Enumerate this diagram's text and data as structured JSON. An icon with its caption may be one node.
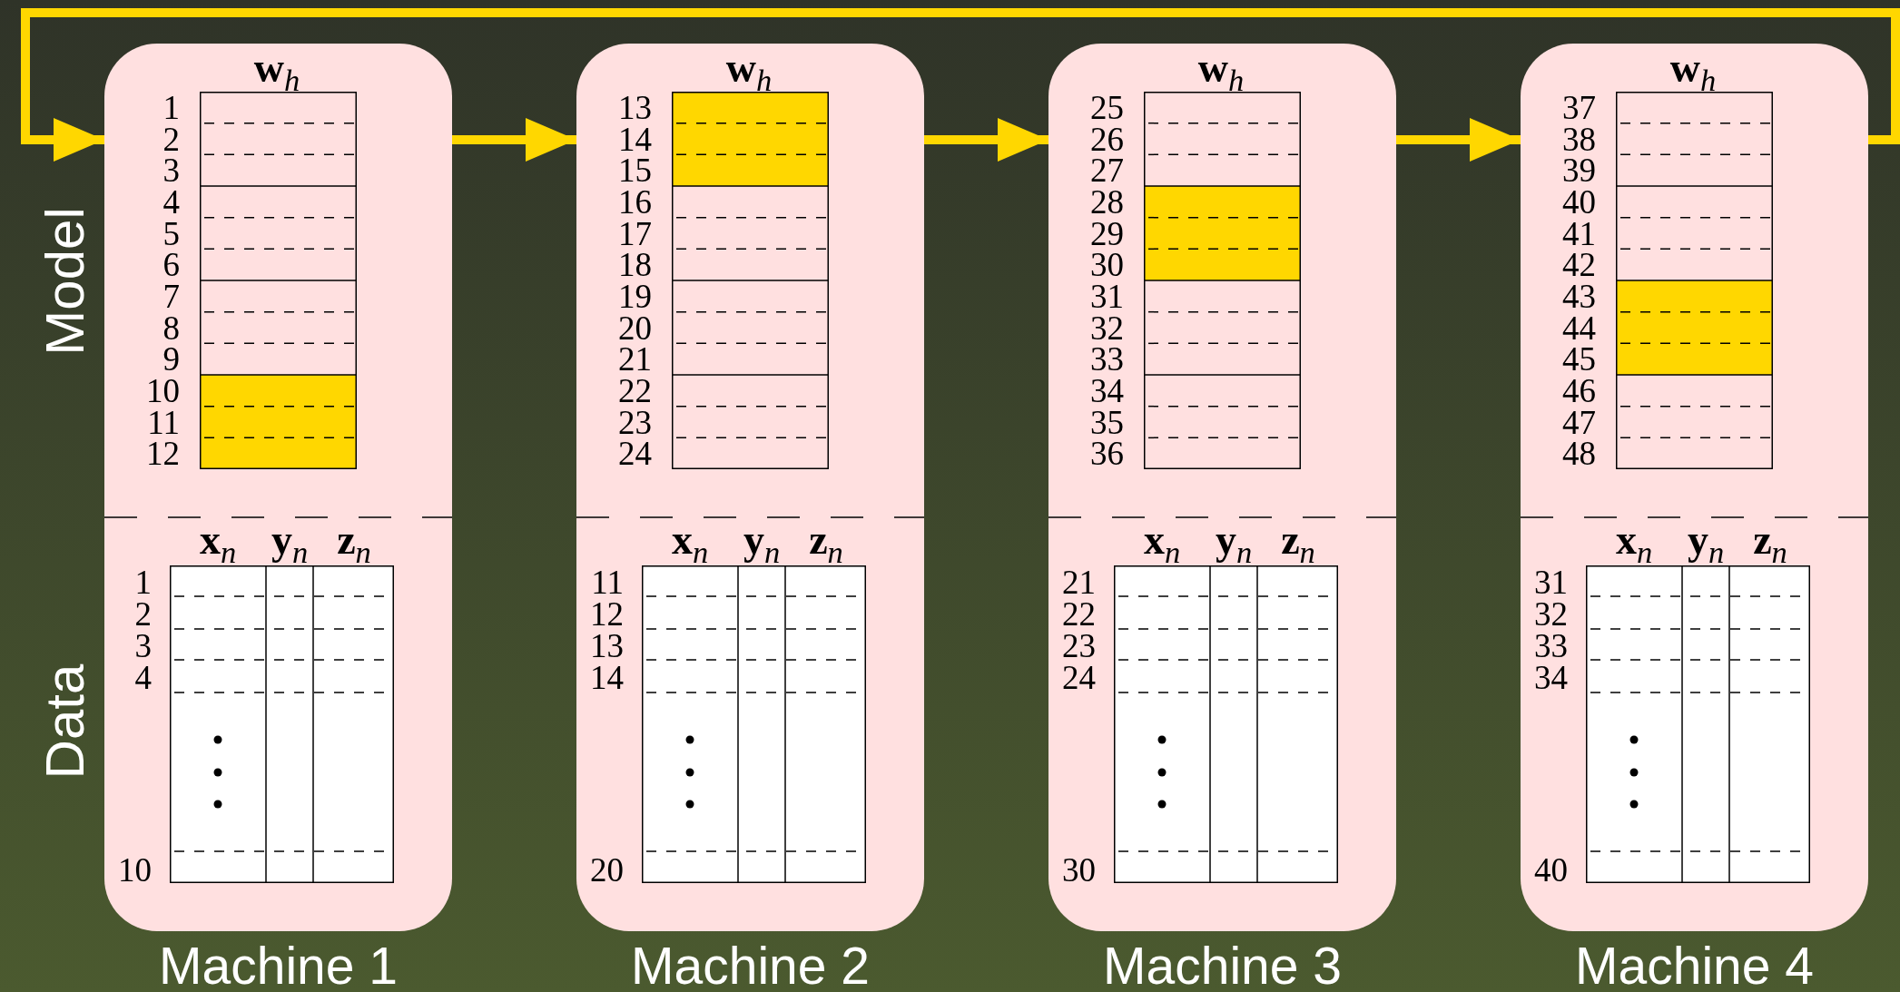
{
  "diagram": {
    "nodes": [
      {
        "text": [
          "Machine 1"
        ]
      },
      {
        "text": [
          "Machine 2"
        ]
      },
      {
        "text": [
          "Machine 3"
        ]
      },
      {
        "text": [
          "Machine 4"
        ]
      }
    ],
    "edges": [
      {
        "from": 0,
        "to": 1,
        "arrow": "to"
      },
      {
        "from": 1,
        "to": 2,
        "arrow": "to"
      },
      {
        "from": 2,
        "to": 3,
        "arrow": "to"
      },
      {
        "from": 3,
        "to": 0,
        "arrow": "to"
      }
    ],
    "labels": [
      "Model",
      "Data",
      "**w**$_{h}$",
      "1",
      "2",
      "3",
      "4",
      "5",
      "6",
      "7",
      "8",
      "9",
      "10",
      "11",
      "12",
      "**x**$_{n}$",
      "**y**$_{n}$",
      "**z**$_{n}$",
      "1",
      "2",
      "3",
      "4",
      "10",
      "**w**$_{h}$",
      "13",
      "14",
      "15",
      "16",
      "17",
      "18",
      "19",
      "20",
      "21",
      "22",
      "23",
      "24",
      "**x**$_{n}$",
      "**y**$_{n}$",
      "**z**$_{n}$",
      "11",
      "12",
      "13",
      "14",
      "20",
      "**w**$_{h}$",
      "25",
      "26",
      "27",
      "28",
      "29",
      "30",
      "31",
      "32",
      "33",
      "34",
      "35",
      "36",
      "**x**$_{n}$",
      "**y**$_{n}$",
      "**z**$_{n}$",
      "21",
      "22",
      "23",
      "24",
      "30",
      "**w**$_{h}$",
      "37",
      "38",
      "39",
      "40",
      "41",
      "42",
      "43",
      "44",
      "45",
      "46",
      "47",
      "48",
      "**x**$_{n}$",
      "**y**$_{n}$",
      "**z**$_{n}$",
      "31",
      "32",
      "33",
      "34",
      "40"
    ]
  }
}
